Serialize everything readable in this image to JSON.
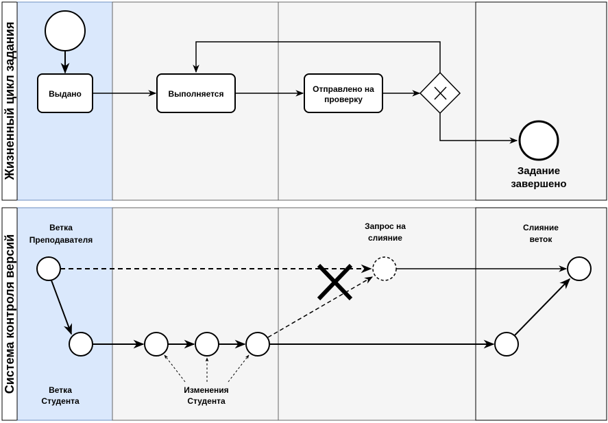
{
  "pools": [
    {
      "title": "Жизненный цикл задания"
    },
    {
      "title": "Система контроля версий"
    }
  ],
  "lifecycle": {
    "tasks": [
      "Выдано",
      "Выполняется"
    ],
    "sent_line1": "Отправлено на",
    "sent_line2": "проверку",
    "end_line1": "Задание",
    "end_line2": "завершено"
  },
  "vcs": {
    "teacher_branch": [
      "Ветка",
      "Преподавателя"
    ],
    "merge_request": [
      "Запрос на",
      "слияние"
    ],
    "merge_branches": [
      "Слияние",
      "веток"
    ],
    "student_branch": [
      "Ветка",
      "Студента"
    ],
    "student_changes": [
      "Изменения",
      "Студента"
    ]
  },
  "colors": {
    "lane_blue": "#dae8fc",
    "lane_gray": "#f5f5f5",
    "border": "#000000"
  }
}
